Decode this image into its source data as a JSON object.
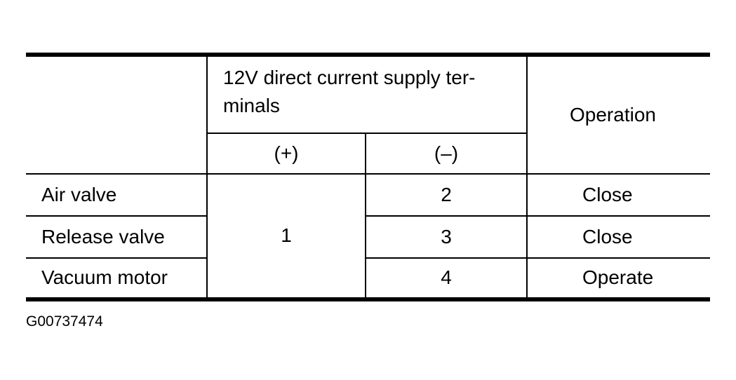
{
  "table": {
    "header": {
      "supply_label": "12V direct current supply ter-\nminals",
      "operation_label": "Operation",
      "plus_label": "(+)",
      "minus_label": "(–)"
    },
    "shared_plus_terminal": "1",
    "rows": [
      {
        "component": "Air valve",
        "minus": "2",
        "operation": "Close"
      },
      {
        "component": "Release valve",
        "minus": "3",
        "operation": "Close"
      },
      {
        "component": "Vacuum motor",
        "minus": "4",
        "operation": "Operate"
      }
    ]
  },
  "figure_id": "G00737474"
}
